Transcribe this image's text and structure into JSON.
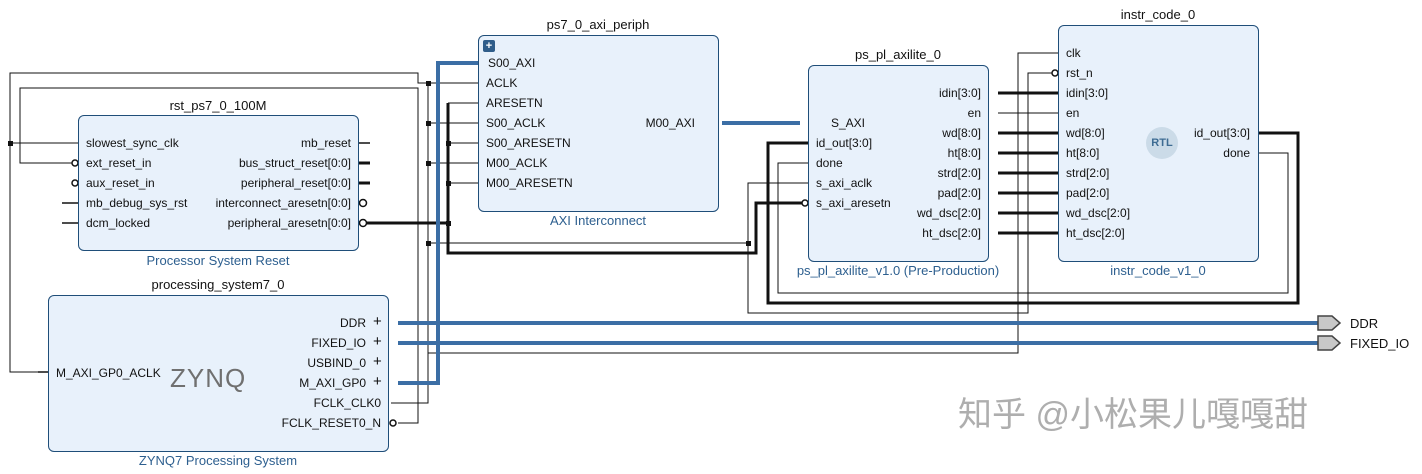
{
  "rst_block": {
    "title": "rst_ps7_0_100M",
    "subtitle": "Processor System Reset",
    "ports_left": [
      "slowest_sync_clk",
      "ext_reset_in",
      "aux_reset_in",
      "mb_debug_sys_rst",
      "dcm_locked"
    ],
    "ports_right": [
      "mb_reset",
      "bus_struct_reset[0:0]",
      "peripheral_reset[0:0]",
      "interconnect_aresetn[0:0]",
      "peripheral_aresetn[0:0]"
    ]
  },
  "ps7_block": {
    "title": "processing_system7_0",
    "subtitle": "ZYNQ7 Processing System",
    "logo": "ZYNQ",
    "ports_left": [
      "M_AXI_GP0_ACLK"
    ],
    "ports_right": [
      "DDR",
      "FIXED_IO",
      "USBIND_0",
      "M_AXI_GP0",
      "FCLK_CLK0",
      "FCLK_RESET0_N"
    ]
  },
  "axi_block": {
    "title": "ps7_0_axi_periph",
    "subtitle": "AXI Interconnect",
    "ports_left": [
      "S00_AXI",
      "ACLK",
      "ARESETN",
      "S00_ACLK",
      "S00_ARESETN",
      "M00_ACLK",
      "M00_ARESETN"
    ],
    "ports_right": [
      "M00_AXI"
    ]
  },
  "pl_block": {
    "title": "ps_pl_axilite_0",
    "subtitle": "ps_pl_axilite_v1.0 (Pre-Production)",
    "ports_left": [
      "S_AXI",
      "id_out[3:0]",
      "done",
      "s_axi_aclk",
      "s_axi_aresetn"
    ],
    "ports_right": [
      "idin[3:0]",
      "en",
      "wd[8:0]",
      "ht[8:0]",
      "strd[2:0]",
      "pad[2:0]",
      "wd_dsc[2:0]",
      "ht_dsc[2:0]"
    ]
  },
  "instr_block": {
    "title": "instr_code_0",
    "subtitle": "instr_code_v1_0",
    "badge": "RTL",
    "ports_left": [
      "clk",
      "rst_n",
      "idin[3:0]",
      "en",
      "wd[8:0]",
      "ht[8:0]",
      "strd[2:0]",
      "pad[2:0]",
      "wd_dsc[2:0]",
      "ht_dsc[2:0]"
    ],
    "ports_right": [
      "id_out[3:0]",
      "done"
    ]
  },
  "external_ports": [
    "DDR",
    "FIXED_IO"
  ],
  "watermark": "知乎 @小松果儿嘎嘎甜",
  "colors": {
    "block_fill": "#e8f1fb",
    "block_border": "#1f4e79",
    "bus": "#3b6ea5",
    "wire": "#000000",
    "subtitle": "#2d5f8f"
  }
}
